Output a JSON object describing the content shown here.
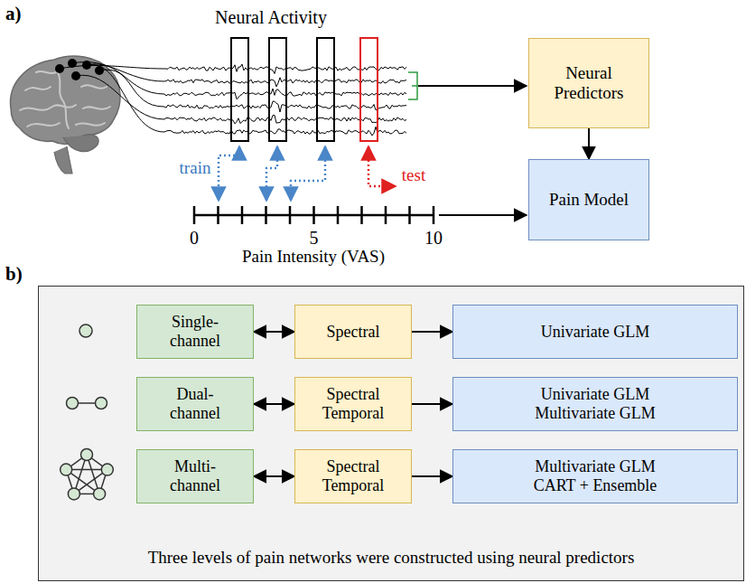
{
  "diagram": {
    "nodes": [
      {
        "text": [
          "Neural Predictors"
        ]
      },
      {
        "text": [
          "Pain Model"
        ]
      },
      {
        "text": [
          "Three levels of pain networks were constructed using neural predictors"
        ]
      },
      {
        "text": [
          "Single- channel"
        ],
        "in": 2
      },
      {
        "text": [
          "Spectral"
        ],
        "in": 2
      },
      {
        "text": [
          "Univariate GLM"
        ],
        "in": 2
      },
      {
        "text": [
          "Dual- channel"
        ],
        "in": 2
      },
      {
        "text": [
          "Spectral Temporal"
        ],
        "in": 2
      },
      {
        "text": [
          "Univariate GLM Multivariate GLM"
        ],
        "in": 2
      },
      {
        "text": [
          "Multi- channel"
        ],
        "in": 2
      },
      {
        "text": [
          "Spectral Temporal"
        ],
        "in": 2
      },
      {
        "text": [
          "Multivariate GLM CART + Ensemble"
        ],
        "in": 2
      }
    ],
    "edges": [
      {
        "from": 0,
        "to": 1,
        "arrow": "to"
      },
      {
        "from": 3,
        "to": 4,
        "arrow": "both"
      },
      {
        "from": 4,
        "to": 5,
        "arrow": "to"
      },
      {
        "from": 6,
        "to": 7,
        "arrow": "both"
      },
      {
        "from": 7,
        "to": 8,
        "arrow": "to"
      },
      {
        "from": 9,
        "to": 10,
        "arrow": "both"
      },
      {
        "from": 10,
        "to": 11,
        "arrow": "to"
      }
    ],
    "labels": [
      "a)",
      "Neural Activity",
      "train",
      "test",
      "0",
      "5",
      "10",
      "Pain Intensity (VAS)",
      "b)"
    ]
  }
}
